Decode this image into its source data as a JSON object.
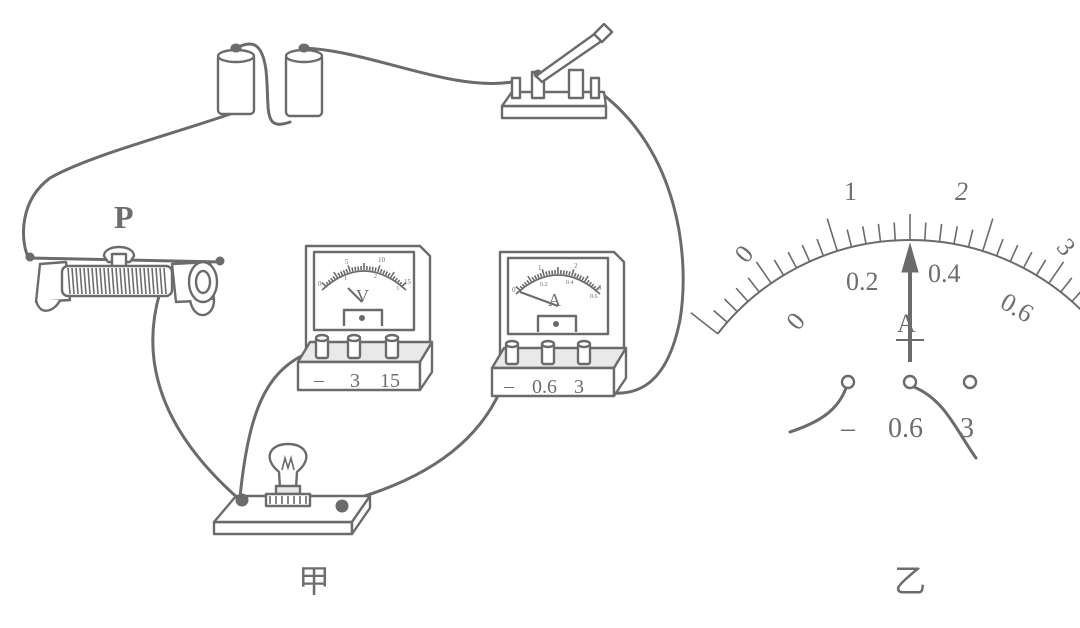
{
  "figure_a": {
    "caption": "甲",
    "slider_label": "P",
    "voltmeter": {
      "symbol": "V",
      "scale": [
        "0",
        "5",
        "10",
        "15"
      ],
      "inner_scale": [
        "1",
        "2",
        "3"
      ],
      "terminals": [
        "–",
        "3",
        "15"
      ]
    },
    "ammeter": {
      "symbol": "A",
      "scale": [
        "0",
        "1",
        "2",
        "3"
      ],
      "inner_scale": [
        "0.2",
        "0.4",
        "0.6"
      ],
      "terminals": [
        "–",
        "0.6",
        "3"
      ]
    }
  },
  "figure_b": {
    "caption": "乙",
    "meter_symbol": "A",
    "outer_scale": [
      "0",
      "1",
      "2",
      "3"
    ],
    "inner_scale": [
      "0",
      "0.2",
      "0.4",
      "0.6"
    ],
    "terminals": [
      "–",
      "0.6",
      "3"
    ],
    "pointer_fraction": 0.5
  }
}
